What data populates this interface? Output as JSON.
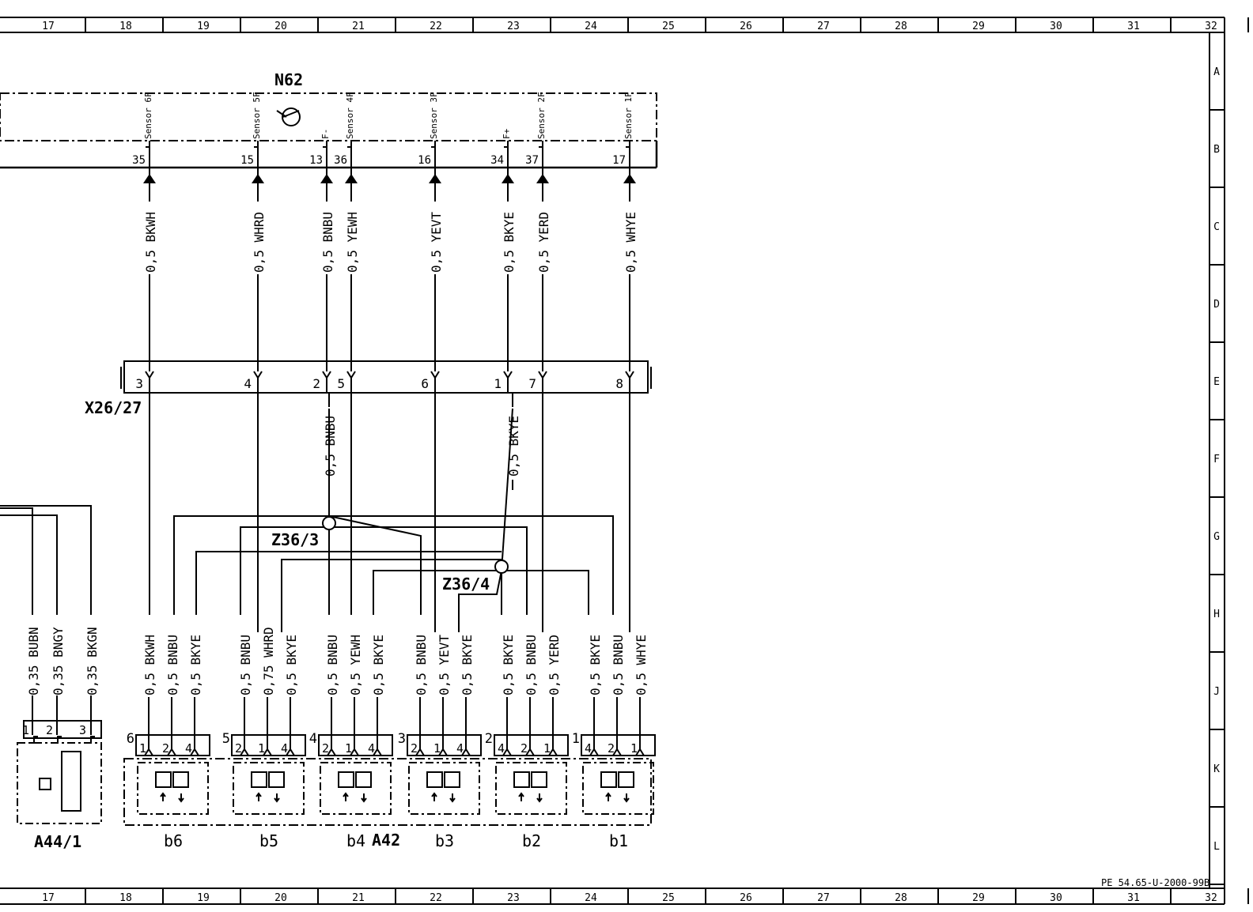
{
  "grid": {
    "columns": [
      "17",
      "18",
      "19",
      "20",
      "21",
      "22",
      "23",
      "24",
      "25",
      "26",
      "27",
      "28",
      "29",
      "30",
      "31",
      "32"
    ],
    "rows": [
      "A",
      "B",
      "C",
      "D",
      "E",
      "F",
      "G",
      "H",
      "J",
      "K",
      "L"
    ]
  },
  "drawing_number": "PE 54.65-U-2000-99B",
  "components": {
    "n62": "N62",
    "x26": "X26/27",
    "z363": "Z36/3",
    "z364": "Z36/4",
    "a44": "A44/1",
    "a42": "A42"
  },
  "top_pins": [
    {
      "num": "35",
      "label": "Sensor 6F",
      "wire": "0,5 BKWH",
      "x_pin": "3"
    },
    {
      "num": "15",
      "label": "Sensor 5F",
      "wire": "0,5 WHRD",
      "x_pin": "4"
    },
    {
      "num": "13",
      "label": "F-",
      "wire": "0,5 BNBU",
      "x_pin": "2"
    },
    {
      "num": "36",
      "label": "Sensor 4F",
      "wire": "0,5 YEWH",
      "x_pin": "5"
    },
    {
      "num": "16",
      "label": "Sensor 3F",
      "wire": "0,5 YEVT",
      "x_pin": "6"
    },
    {
      "num": "34",
      "label": "F+",
      "wire": "0,5 BKYE",
      "x_pin": "1"
    },
    {
      "num": "37",
      "label": "Sensor 2F",
      "wire": "0,5 YERD",
      "x_pin": "7"
    },
    {
      "num": "17",
      "label": "Sensor 1F",
      "wire": "0,5 WHYE",
      "x_pin": "8"
    }
  ],
  "mid_wires": [
    "0,5 BNBU",
    "0,5 BKYE"
  ],
  "a44_wires": [
    "0,35 BUBN",
    "0,35 BNGY",
    "0,35 BKGN"
  ],
  "a44_pins": [
    "1",
    "2",
    "3"
  ],
  "sensors": [
    {
      "name": "b6",
      "num": "6",
      "pins": [
        "1",
        "2",
        "4"
      ],
      "wires": [
        "0,5 BKWH",
        "0,5 BNBU",
        "0,5 BKYE"
      ]
    },
    {
      "name": "b5",
      "num": "5",
      "pins": [
        "2",
        "1",
        "4"
      ],
      "wires": [
        "0,5 BNBU",
        "0,75 WHRD",
        "0,5 BKYE"
      ]
    },
    {
      "name": "b4",
      "num": "4",
      "pins": [
        "2",
        "1",
        "4"
      ],
      "wires": [
        "0,5 BNBU",
        "0,5 YEWH",
        "0,5 BKYE"
      ]
    },
    {
      "name": "b3",
      "num": "3",
      "pins": [
        "2",
        "1",
        "4"
      ],
      "wires": [
        "0,5 BNBU",
        "0,5 YEVT",
        "0,5 BKYE"
      ]
    },
    {
      "name": "b2",
      "num": "2",
      "pins": [
        "4",
        "2",
        "1"
      ],
      "wires": [
        "0,5 BKYE",
        "0,5 BNBU",
        "0,5 YERD"
      ]
    },
    {
      "name": "b1",
      "num": "1",
      "pins": [
        "4",
        "2",
        "1"
      ],
      "wires": [
        "0,5 BKYE",
        "0,5 BNBU",
        "0,5 WHYE"
      ]
    }
  ]
}
